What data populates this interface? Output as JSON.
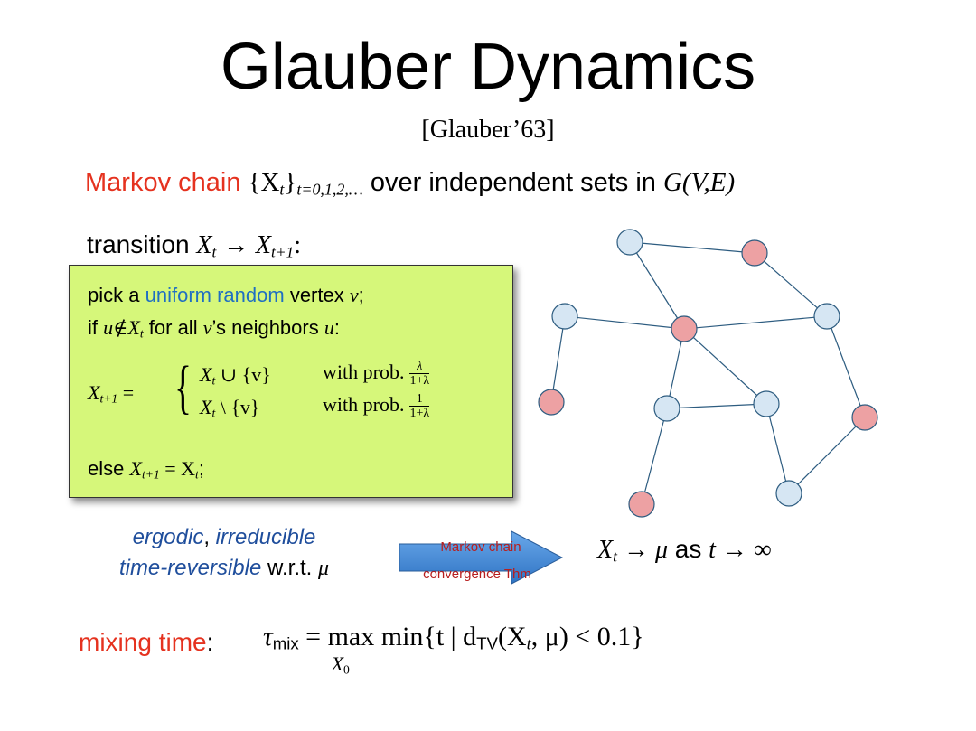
{
  "title": "Glauber Dynamics",
  "subtitle": "[Glauber’63]",
  "intro": {
    "markov_chain": "Markov chain",
    "seq_open": "{X",
    "seq_t": "t",
    "seq_close": "}",
    "seq_index": "t=0,1,2,…",
    "over_text": "over independent sets in",
    "graph_expr": "G(V,E)"
  },
  "transition": {
    "label": "transition",
    "x": "X",
    "t": "t",
    "arrow": "→",
    "t1": "t+1",
    "colon": ":"
  },
  "box": {
    "pick": "pick a",
    "uniform_random": "uniform random",
    "vertex": "vertex",
    "v": "v",
    "semi": ";",
    "if_text": "if",
    "u": "u",
    "notin": "∉X",
    "t": "t",
    "for_all": "for all",
    "vs": "v",
    "apostrophe_s": "’s",
    "neighbors": "neighbors",
    "u2": "u",
    "colon": ":",
    "lhs": "X",
    "lhs_sub": "t+1",
    "eq": " =",
    "row1": "X",
    "row1_sub": "t",
    "row1_op": " ∪ {v}",
    "row2": "X",
    "row2_sub": "t",
    "row2_op": " \\ {v}",
    "with_prob": "with prob.",
    "frac1_num": "λ",
    "frac1_den": "1+λ",
    "frac2_num": "1",
    "frac2_den": "1+λ",
    "else_text": "else",
    "else_x": "X",
    "else_sub": "t+1",
    "else_eq": " = X",
    "else_sub2": "t",
    "else_semi": ";"
  },
  "properties": {
    "ergodic": "ergodic",
    "comma": ",",
    "irreducible": "irreducible",
    "time_reversible": "time-reversible",
    "wrt": "w.r.t.",
    "mu": "μ"
  },
  "arrow_label": {
    "line1": "Markov chain",
    "line2": "convergence Thm"
  },
  "result": {
    "x": "X",
    "t": "t",
    "arrow": " → ",
    "mu": "μ",
    "as": "as",
    "t2": "t",
    "arrow2": " → ∞"
  },
  "mixing": {
    "label": "mixing time",
    "colon": ":",
    "tau": "τ",
    "mix": "mix",
    "eq": " = ",
    "max": "max",
    "under": "X",
    "under_sub": "0",
    "min_expr": " min{t | d",
    "tv": "TV",
    "rest": "(X",
    "rest_sub": "t",
    "rest2": ", μ) < 0.1}"
  },
  "colors": {
    "red": "#e5321f",
    "blue": "#1f6fc2",
    "box_fill": "#d6f77a",
    "node_blue": "#d6e6f3",
    "node_red": "#eda1a3",
    "edge": "#2d5c80",
    "arrow_fill": "#3f8ad8",
    "arrow_text": "#b81e1e"
  }
}
